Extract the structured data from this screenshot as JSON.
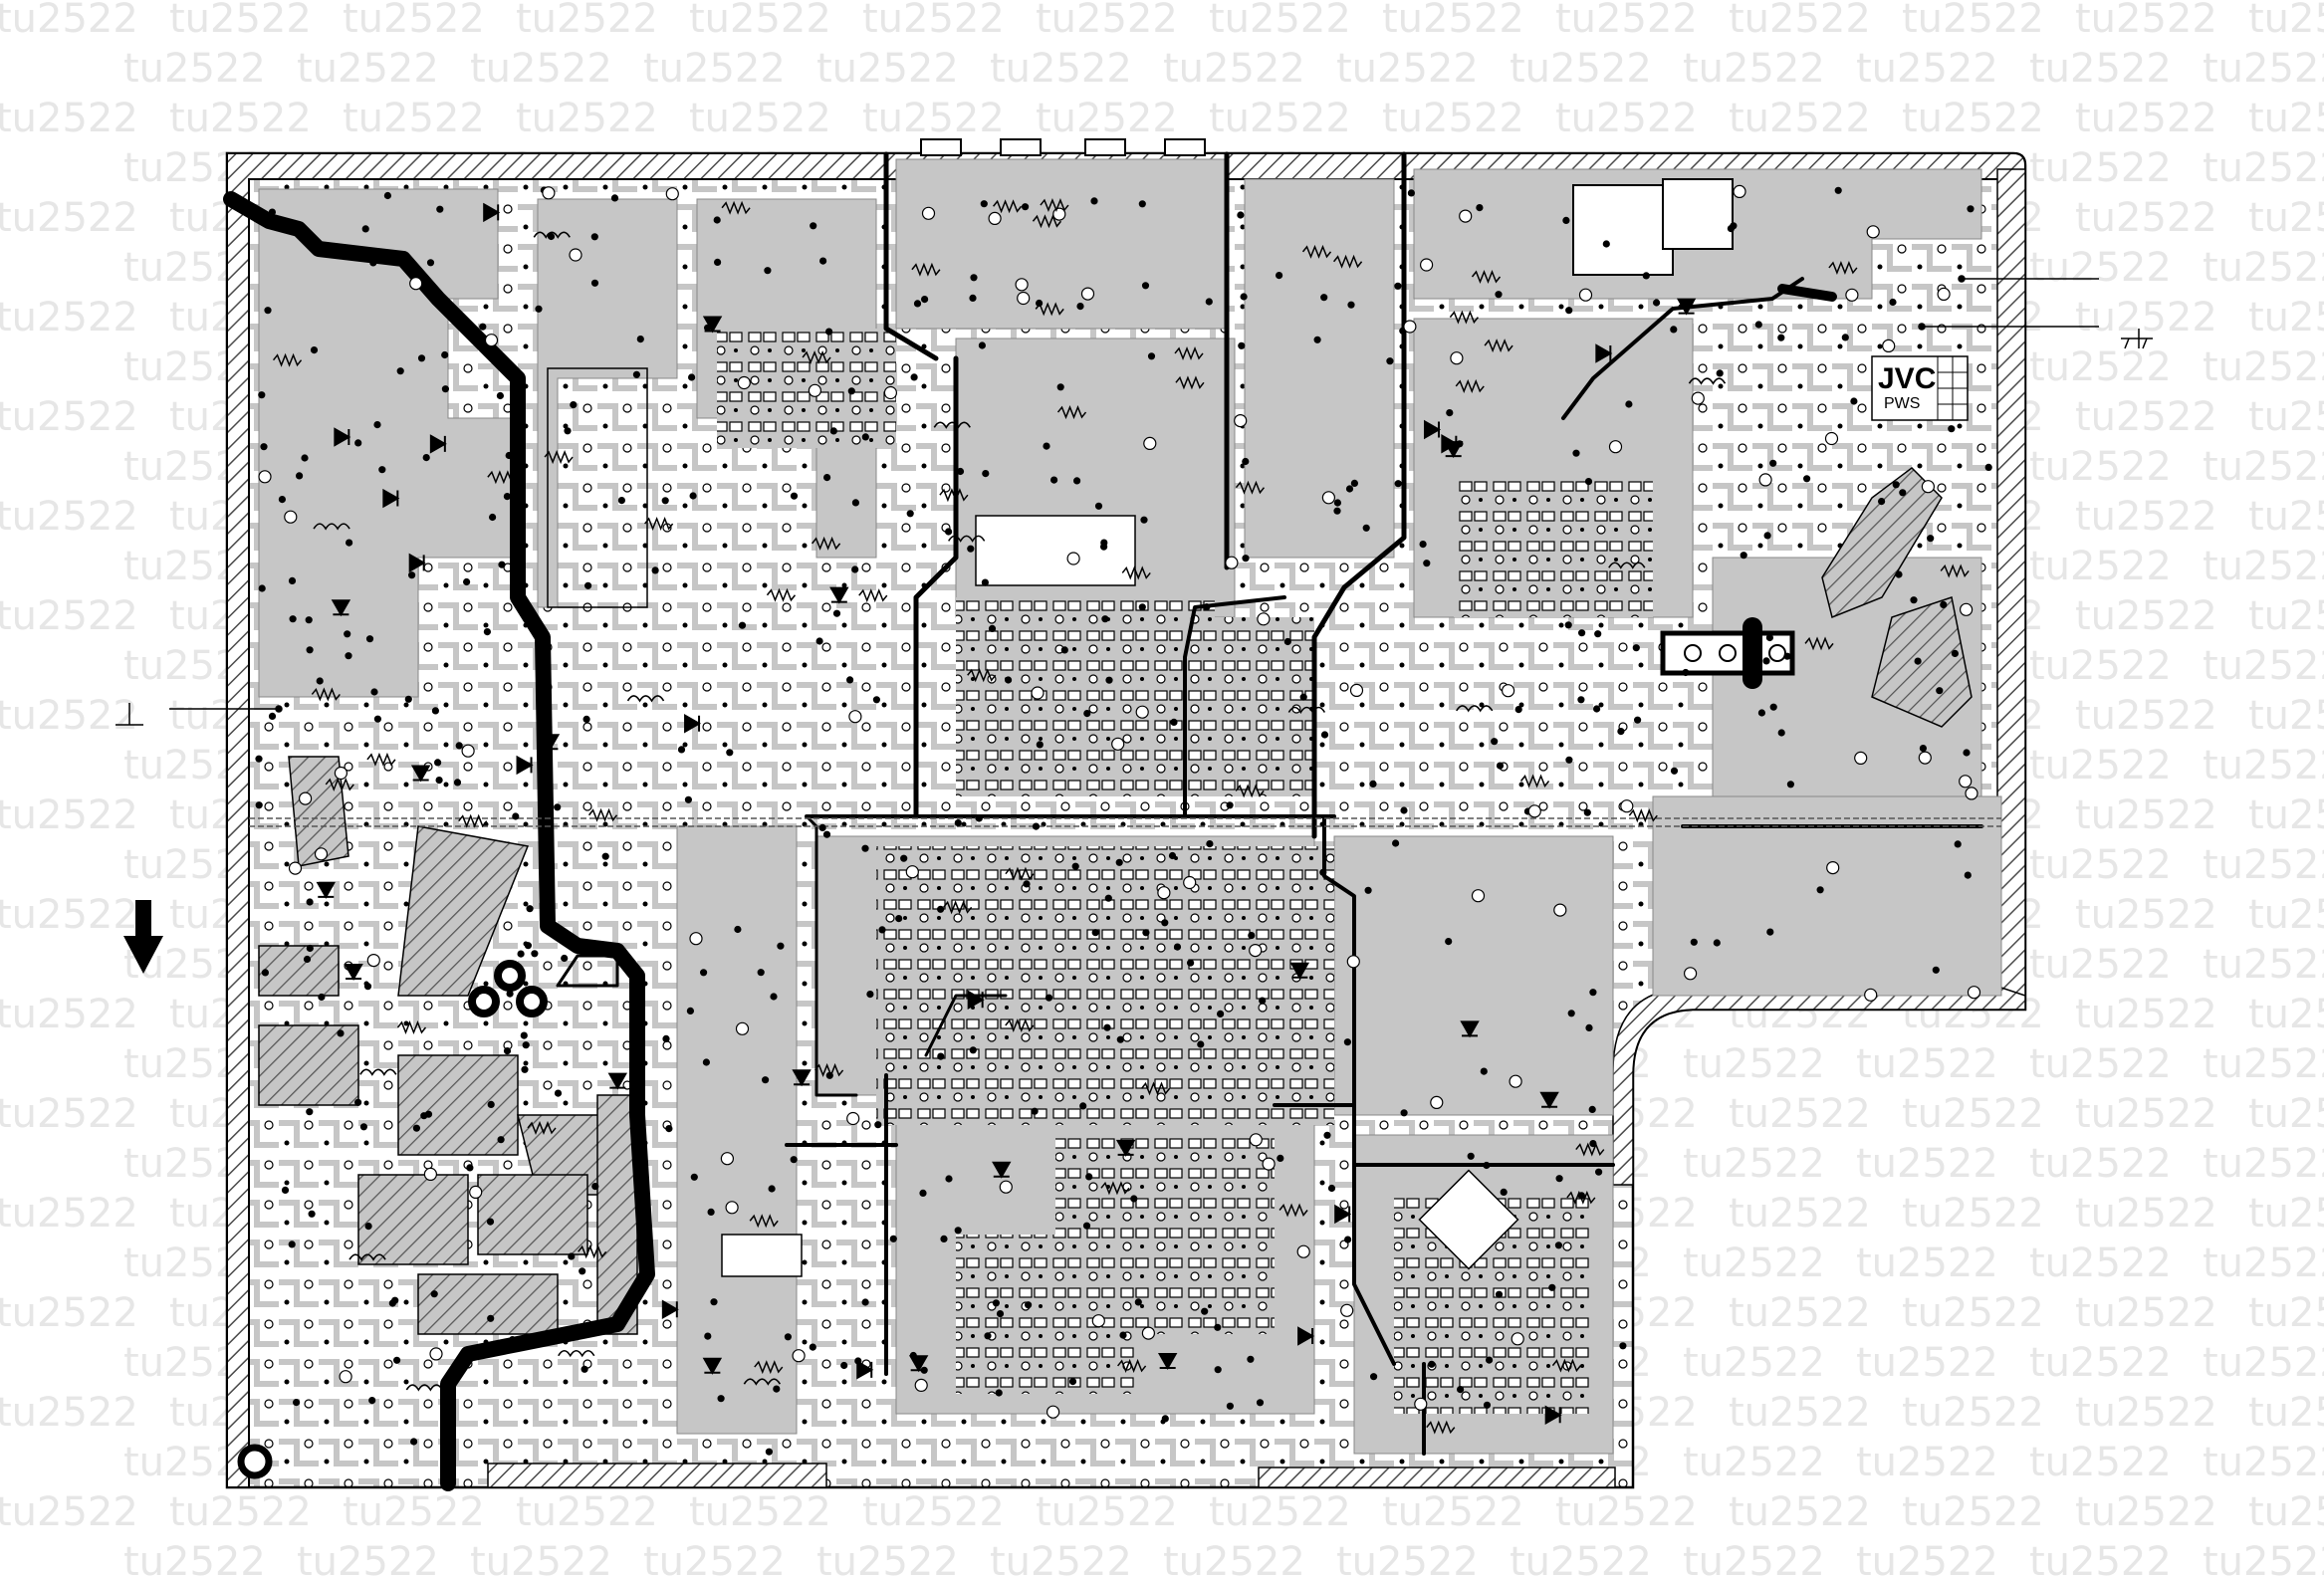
{
  "watermark": {
    "text": "tu2522"
  },
  "board": {
    "logo": {
      "brand": "JVC",
      "code": "PWS"
    }
  },
  "annotations": {
    "ground_symbol": "ground-symbol",
    "direction_arrow": "down-arrow"
  },
  "colors": {
    "copper_fill": "#c6c6c6",
    "trace_dark": "#000000",
    "hatch": "#4a4a4a",
    "watermark": "#e6e6e6",
    "background": "#ffffff"
  }
}
